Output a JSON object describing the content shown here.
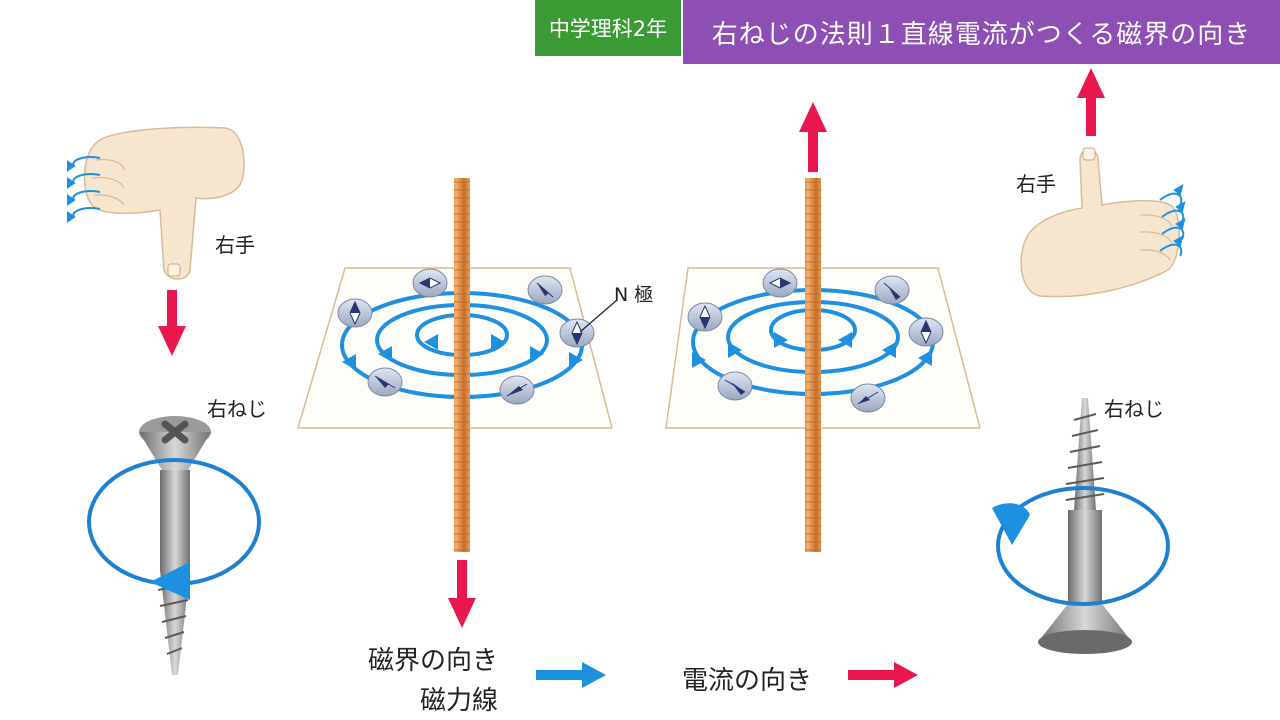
{
  "header": {
    "grade": "中学理科2年",
    "title": "右ねじの法則１直線電流がつくる磁界の向き"
  },
  "labels": {
    "right_hand_left": "右手",
    "right_screw_left": "右ねじ",
    "north_pole": "N 極",
    "right_hand_right": "右手",
    "right_screw_right": "右ねじ"
  },
  "legend": {
    "field_direction": "磁界の向き",
    "field_lines": "磁力線",
    "current_direction": "電流の向き"
  },
  "colors": {
    "current_arrow": "#e8184e",
    "field_line": "#1e90e0",
    "wire": "#e89040",
    "grade_bg": "#3a9a34",
    "title_bg": "#8e4fb4"
  },
  "icons": {
    "hand": "right-hand-icon",
    "screw": "screw-icon",
    "compass": "compass-needle-icon"
  }
}
